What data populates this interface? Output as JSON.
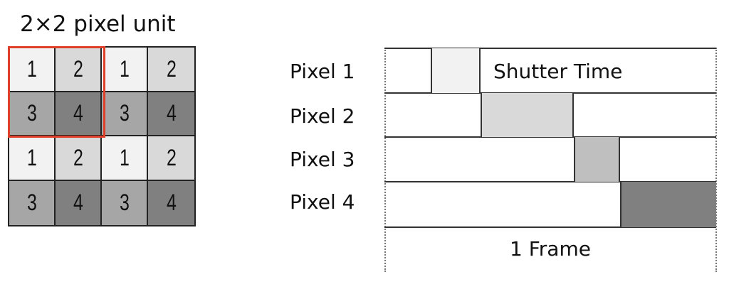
{
  "unit_title": "2×2 pixel unit",
  "grid": {
    "rows": [
      [
        "1",
        "2",
        "1",
        "2"
      ],
      [
        "3",
        "4",
        "3",
        "4"
      ],
      [
        "1",
        "2",
        "1",
        "2"
      ],
      [
        "3",
        "4",
        "3",
        "4"
      ]
    ]
  },
  "colors": {
    "pixel_1": "#f2f2f2",
    "pixel_2": "#d9d9d9",
    "pixel_3": "#a6a6a6",
    "pixel_4": "#808080",
    "highlight": "#e0402a",
    "shutter_1": "#f2f2f2",
    "shutter_2": "#d9d9d9",
    "shutter_3": "#bfbfbf",
    "shutter_4": "#808080"
  },
  "timeline": {
    "rows": [
      {
        "label": "Pixel 1",
        "start": 0.14,
        "end": 0.29
      },
      {
        "label": "Pixel 2",
        "start": 0.29,
        "end": 0.57
      },
      {
        "label": "Pixel 3",
        "start": 0.57,
        "end": 0.71
      },
      {
        "label": "Pixel 4",
        "start": 0.71,
        "end": 1.0
      }
    ],
    "shutter_label": "Shutter Time",
    "frame_label": "1 Frame"
  }
}
